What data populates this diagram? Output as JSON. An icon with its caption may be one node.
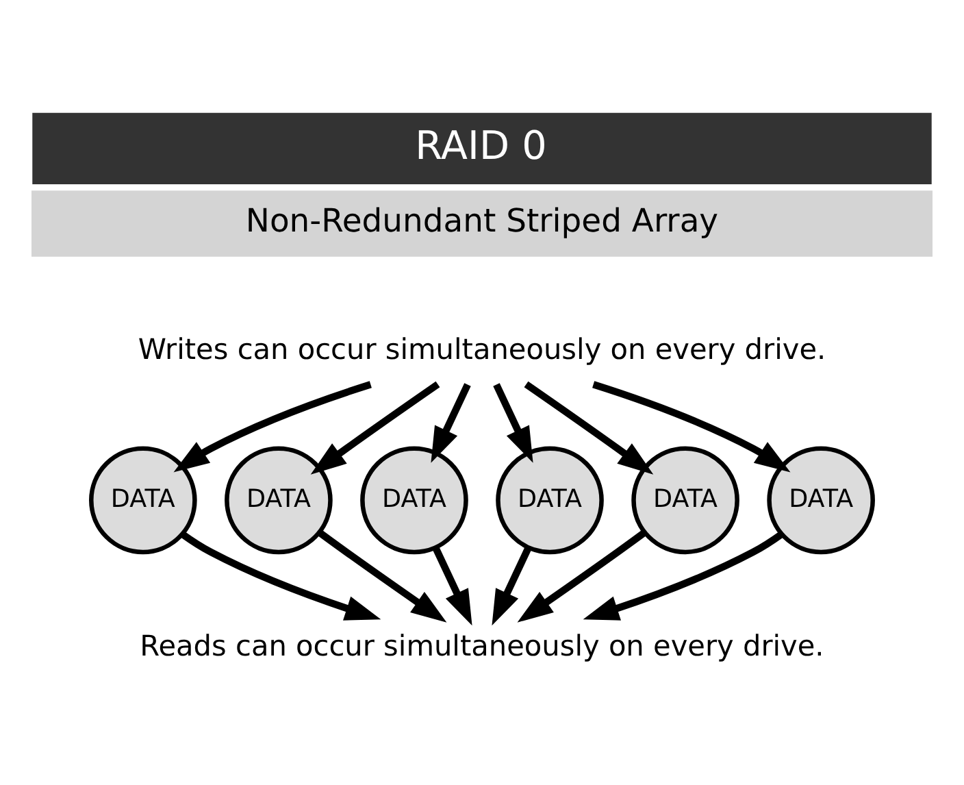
{
  "diagram": {
    "title": "RAID 0",
    "nodes": [
      {
        "text": [
          "Non-Redundant Striped Array"
        ]
      },
      {
        "text": [
          "Writes can occur simultaneously on every drive."
        ]
      },
      {
        "text": [
          "DATA"
        ]
      },
      {
        "text": [
          "DATA"
        ]
      },
      {
        "text": [
          "DATA"
        ]
      },
      {
        "text": [
          "DATA"
        ]
      },
      {
        "text": [
          "DATA"
        ]
      },
      {
        "text": [
          "DATA"
        ]
      },
      {
        "text": [
          "Reads can occur simultaneously on every drive."
        ]
      }
    ],
    "edges": [
      {
        "from": 1,
        "to": 2,
        "arrow": "to"
      },
      {
        "from": 1,
        "to": 3,
        "arrow": "to"
      },
      {
        "from": 1,
        "to": 4,
        "arrow": "to"
      },
      {
        "from": 1,
        "to": 5,
        "arrow": "to"
      },
      {
        "from": 1,
        "to": 6,
        "arrow": "to"
      },
      {
        "from": 1,
        "to": 7,
        "arrow": "to"
      },
      {
        "from": 2,
        "to": 8,
        "arrow": "to"
      },
      {
        "from": 3,
        "to": 8,
        "arrow": "to"
      },
      {
        "from": 4,
        "to": 8,
        "arrow": "to"
      },
      {
        "from": 5,
        "to": 8,
        "arrow": "to"
      },
      {
        "from": 6,
        "to": 8,
        "arrow": "to"
      },
      {
        "from": 7,
        "to": 8,
        "arrow": "to"
      }
    ]
  }
}
